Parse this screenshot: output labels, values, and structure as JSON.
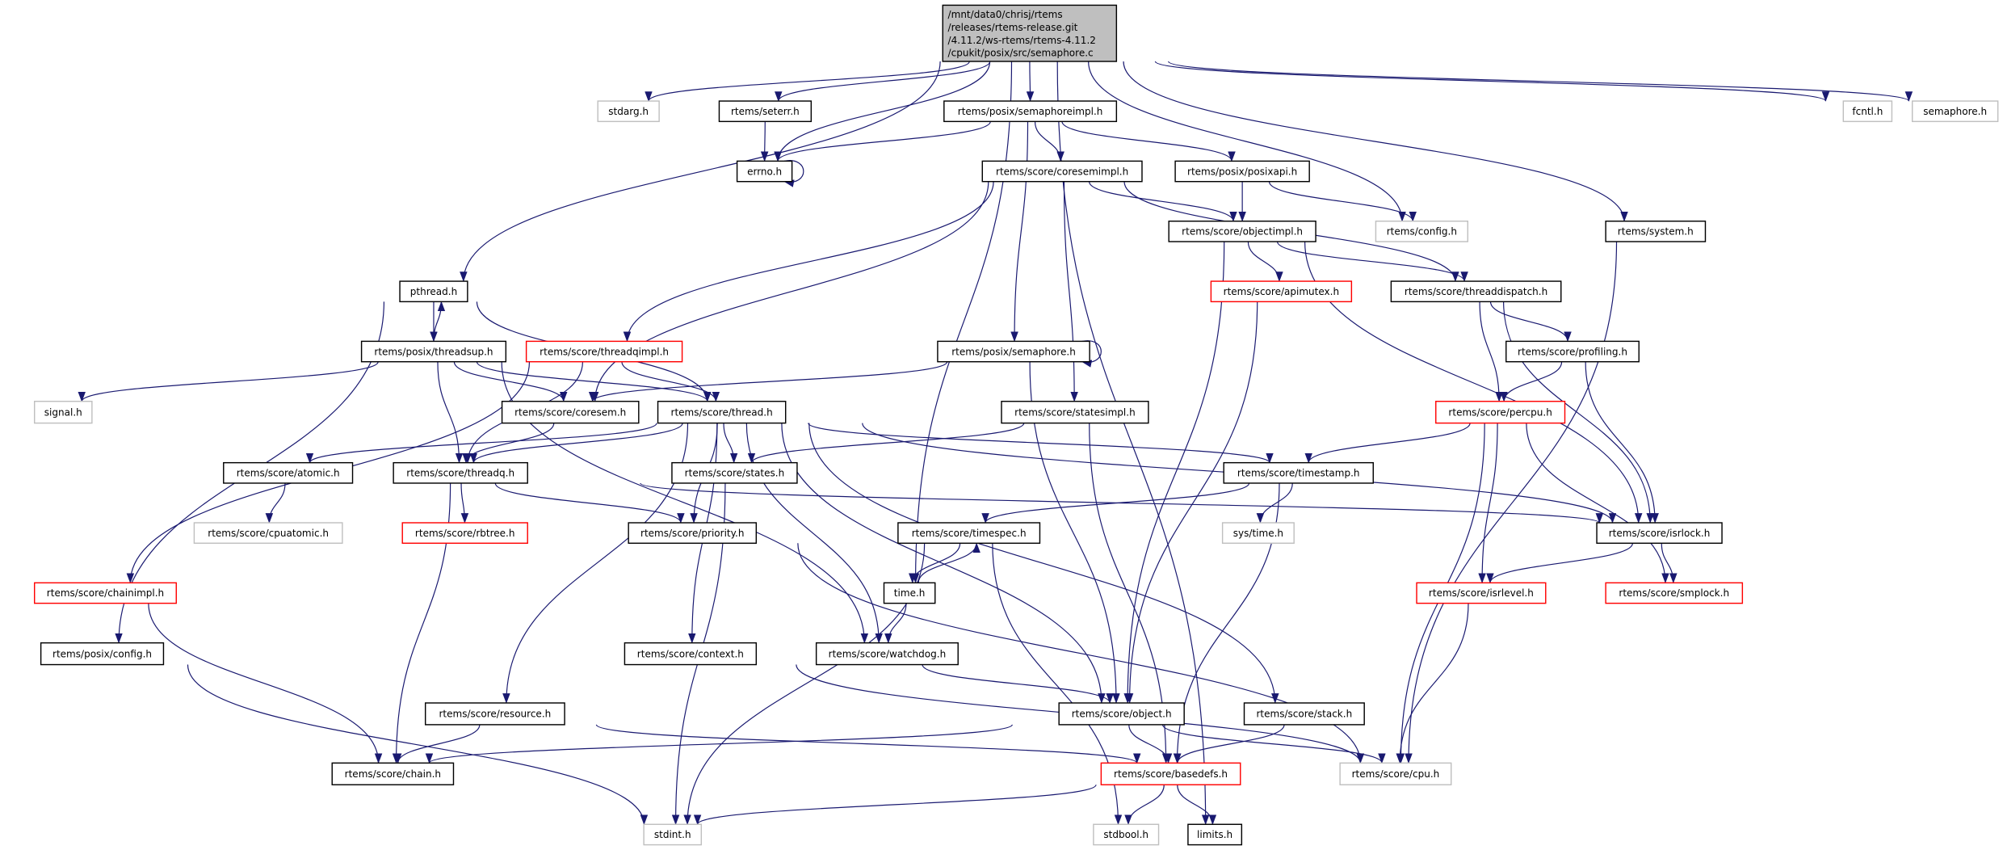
{
  "graph": {
    "colors": {
      "edge": "#191970",
      "normal_border": "#000000",
      "external_border": "#bfbfbf",
      "incomplete_border": "#ff0000",
      "root_fill": "#bfbfbf"
    },
    "nodes": [
      {
        "id": "main",
        "label": "/mnt/data0/chrisj/rtems\n/releases/rtems-release.git\n/4.11.2/ws-rtems/rtems-4.11.2\n/cpukit/posix/src/semaphore.c",
        "style": "root"
      },
      {
        "id": "stdarg",
        "label": "stdarg.h",
        "style": "external"
      },
      {
        "id": "seterr",
        "label": "rtems/seterr.h",
        "style": "normal"
      },
      {
        "id": "semimpl",
        "label": "rtems/posix/semaphoreimpl.h",
        "style": "normal"
      },
      {
        "id": "fcntl",
        "label": "fcntl.h",
        "style": "external"
      },
      {
        "id": "semaphore",
        "label": "semaphore.h",
        "style": "external"
      },
      {
        "id": "errno",
        "label": "errno.h",
        "style": "normal"
      },
      {
        "id": "coresemimpl",
        "label": "rtems/score/coresemimpl.h",
        "style": "normal"
      },
      {
        "id": "posixapi",
        "label": "rtems/posix/posixapi.h",
        "style": "normal"
      },
      {
        "id": "objectimpl",
        "label": "rtems/score/objectimpl.h",
        "style": "normal"
      },
      {
        "id": "config",
        "label": "rtems/config.h",
        "style": "external"
      },
      {
        "id": "system",
        "label": "rtems/system.h",
        "style": "normal"
      },
      {
        "id": "pthread",
        "label": "pthread.h",
        "style": "normal"
      },
      {
        "id": "apimutex",
        "label": "rtems/score/apimutex.h",
        "style": "incomplete"
      },
      {
        "id": "threaddispatch",
        "label": "rtems/score/threaddispatch.h",
        "style": "normal"
      },
      {
        "id": "threadsup",
        "label": "rtems/posix/threadsup.h",
        "style": "normal"
      },
      {
        "id": "threadqimpl",
        "label": "rtems/score/threadqimpl.h",
        "style": "incomplete"
      },
      {
        "id": "psemaphore",
        "label": "rtems/posix/semaphore.h",
        "style": "normal"
      },
      {
        "id": "profiling",
        "label": "rtems/score/profiling.h",
        "style": "normal"
      },
      {
        "id": "signal",
        "label": "signal.h",
        "style": "external"
      },
      {
        "id": "coresem",
        "label": "rtems/score/coresem.h",
        "style": "normal"
      },
      {
        "id": "thread",
        "label": "rtems/score/thread.h",
        "style": "normal"
      },
      {
        "id": "statesimpl",
        "label": "rtems/score/statesimpl.h",
        "style": "normal"
      },
      {
        "id": "percpu",
        "label": "rtems/score/percpu.h",
        "style": "incomplete"
      },
      {
        "id": "atomic",
        "label": "rtems/score/atomic.h",
        "style": "normal"
      },
      {
        "id": "threadq",
        "label": "rtems/score/threadq.h",
        "style": "normal"
      },
      {
        "id": "states",
        "label": "rtems/score/states.h",
        "style": "normal"
      },
      {
        "id": "timestamp",
        "label": "rtems/score/timestamp.h",
        "style": "normal"
      },
      {
        "id": "cpuatomic",
        "label": "rtems/score/cpuatomic.h",
        "style": "external"
      },
      {
        "id": "rbtree",
        "label": "rtems/score/rbtree.h",
        "style": "incomplete"
      },
      {
        "id": "priority",
        "label": "rtems/score/priority.h",
        "style": "normal"
      },
      {
        "id": "timespec",
        "label": "rtems/score/timespec.h",
        "style": "normal"
      },
      {
        "id": "systime",
        "label": "sys/time.h",
        "style": "external"
      },
      {
        "id": "isrlock",
        "label": "rtems/score/isrlock.h",
        "style": "normal"
      },
      {
        "id": "chainimpl",
        "label": "rtems/score/chainimpl.h",
        "style": "incomplete"
      },
      {
        "id": "time",
        "label": "time.h",
        "style": "normal"
      },
      {
        "id": "isrlevel",
        "label": "rtems/score/isrlevel.h",
        "style": "incomplete"
      },
      {
        "id": "smplock",
        "label": "rtems/score/smplock.h",
        "style": "incomplete"
      },
      {
        "id": "pconfig",
        "label": "rtems/posix/config.h",
        "style": "normal"
      },
      {
        "id": "context",
        "label": "rtems/score/context.h",
        "style": "normal"
      },
      {
        "id": "watchdog",
        "label": "rtems/score/watchdog.h",
        "style": "normal"
      },
      {
        "id": "resource",
        "label": "rtems/score/resource.h",
        "style": "normal"
      },
      {
        "id": "object",
        "label": "rtems/score/object.h",
        "style": "normal"
      },
      {
        "id": "stack",
        "label": "rtems/score/stack.h",
        "style": "normal"
      },
      {
        "id": "chain",
        "label": "rtems/score/chain.h",
        "style": "normal"
      },
      {
        "id": "basedefs",
        "label": "rtems/score/basedefs.h",
        "style": "incomplete"
      },
      {
        "id": "cpu",
        "label": "rtems/score/cpu.h",
        "style": "external"
      },
      {
        "id": "stdint",
        "label": "stdint.h",
        "style": "external"
      },
      {
        "id": "stdbool",
        "label": "stdbool.h",
        "style": "external"
      },
      {
        "id": "limits",
        "label": "limits.h",
        "style": "normal"
      }
    ],
    "edges": [
      [
        "main",
        "stdarg"
      ],
      [
        "main",
        "seterr"
      ],
      [
        "main",
        "errno"
      ],
      [
        "main",
        "pthread"
      ],
      [
        "main",
        "semimpl"
      ],
      [
        "main",
        "time"
      ],
      [
        "main",
        "config"
      ],
      [
        "main",
        "system"
      ],
      [
        "main",
        "fcntl"
      ],
      [
        "main",
        "semaphore"
      ],
      [
        "main",
        "limits"
      ],
      [
        "seterr",
        "errno"
      ],
      [
        "errno",
        "errno"
      ],
      [
        "semimpl",
        "errno"
      ],
      [
        "semimpl",
        "coresemimpl"
      ],
      [
        "semimpl",
        "posixapi"
      ],
      [
        "semimpl",
        "psemaphore"
      ],
      [
        "coresemimpl",
        "threadqimpl"
      ],
      [
        "coresemimpl",
        "coresem"
      ],
      [
        "coresemimpl",
        "objectimpl"
      ],
      [
        "coresemimpl",
        "threaddispatch"
      ],
      [
        "coresemimpl",
        "statesimpl"
      ],
      [
        "posixapi",
        "objectimpl"
      ],
      [
        "posixapi",
        "config"
      ],
      [
        "objectimpl",
        "apimutex"
      ],
      [
        "objectimpl",
        "threaddispatch"
      ],
      [
        "objectimpl",
        "object"
      ],
      [
        "objectimpl",
        "isrlock"
      ],
      [
        "apimutex",
        "object"
      ],
      [
        "threaddispatch",
        "profiling"
      ],
      [
        "threaddispatch",
        "percpu"
      ],
      [
        "threaddispatch",
        "isrlock"
      ],
      [
        "profiling",
        "percpu"
      ],
      [
        "profiling",
        "isrlock"
      ],
      [
        "system",
        "cpu"
      ],
      [
        "pthread",
        "threadsup"
      ],
      [
        "pthread",
        "thread"
      ],
      [
        "pthread",
        "pconfig"
      ],
      [
        "threadsup",
        "pthread"
      ],
      [
        "threadsup",
        "signal"
      ],
      [
        "threadsup",
        "coresem"
      ],
      [
        "threadsup",
        "thread"
      ],
      [
        "threadsup",
        "threadq"
      ],
      [
        "threadsup",
        "watchdog"
      ],
      [
        "threadqimpl",
        "thread"
      ],
      [
        "threadqimpl",
        "threadq"
      ],
      [
        "threadqimpl",
        "chainimpl"
      ],
      [
        "psemaphore",
        "coresem"
      ],
      [
        "psemaphore",
        "psemaphore"
      ],
      [
        "psemaphore",
        "object"
      ],
      [
        "coresem",
        "threadq"
      ],
      [
        "thread",
        "atomic"
      ],
      [
        "thread",
        "threadq"
      ],
      [
        "thread",
        "states"
      ],
      [
        "thread",
        "priority"
      ],
      [
        "thread",
        "resource"
      ],
      [
        "thread",
        "context"
      ],
      [
        "thread",
        "watchdog"
      ],
      [
        "thread",
        "object"
      ],
      [
        "thread",
        "timestamp"
      ],
      [
        "thread",
        "isrlock"
      ],
      [
        "thread",
        "stack"
      ],
      [
        "statesimpl",
        "states"
      ],
      [
        "statesimpl",
        "basedefs"
      ],
      [
        "percpu",
        "timestamp"
      ],
      [
        "percpu",
        "isrlevel"
      ],
      [
        "percpu",
        "smplock"
      ],
      [
        "percpu",
        "cpu"
      ],
      [
        "atomic",
        "cpuatomic"
      ],
      [
        "threadq",
        "rbtree"
      ],
      [
        "threadq",
        "priority"
      ],
      [
        "threadq",
        "chain"
      ],
      [
        "threadq",
        "isrlock"
      ],
      [
        "states",
        "stdint"
      ],
      [
        "timestamp",
        "timespec"
      ],
      [
        "timestamp",
        "systime"
      ],
      [
        "timestamp",
        "basedefs"
      ],
      [
        "timespec",
        "time"
      ],
      [
        "timespec",
        "stdint"
      ],
      [
        "timespec",
        "stdbool"
      ],
      [
        "time",
        "timespec"
      ],
      [
        "time",
        "watchdog"
      ],
      [
        "isrlock",
        "isrlevel"
      ],
      [
        "isrlock",
        "smplock"
      ],
      [
        "priority",
        "cpu"
      ],
      [
        "chainimpl",
        "chain"
      ],
      [
        "pconfig",
        "stdint"
      ],
      [
        "context",
        "cpu"
      ],
      [
        "watchdog",
        "object"
      ],
      [
        "isrlevel",
        "cpu"
      ],
      [
        "resource",
        "chain"
      ],
      [
        "resource",
        "basedefs"
      ],
      [
        "object",
        "chain"
      ],
      [
        "object",
        "basedefs"
      ],
      [
        "object",
        "cpu"
      ],
      [
        "stack",
        "basedefs"
      ],
      [
        "basedefs",
        "stdint"
      ],
      [
        "basedefs",
        "stdbool"
      ],
      [
        "basedefs",
        "limits"
      ]
    ]
  }
}
